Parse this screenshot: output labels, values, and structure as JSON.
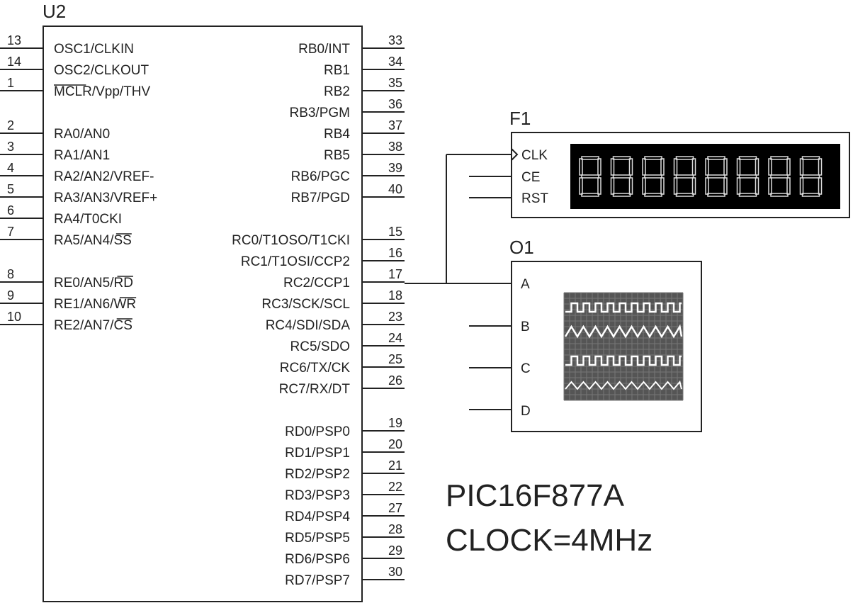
{
  "chip": {
    "ref": "U2",
    "left_pins": [
      {
        "num": "13",
        "name": "OSC1/CLKIN"
      },
      {
        "num": "14",
        "name": "OSC2/CLKOUT"
      },
      {
        "num": "1",
        "name": "MCLR/Vpp/THV",
        "over": "MCLR"
      },
      {
        "num": "2",
        "name": "RA0/AN0"
      },
      {
        "num": "3",
        "name": "RA1/AN1"
      },
      {
        "num": "4",
        "name": "RA2/AN2/VREF-"
      },
      {
        "num": "5",
        "name": "RA3/AN3/VREF+"
      },
      {
        "num": "6",
        "name": "RA4/T0CKI"
      },
      {
        "num": "7",
        "name": "RA5/AN4/SS",
        "over": "SS"
      },
      {
        "num": "8",
        "name": "RE0/AN5/RD",
        "over": "RD"
      },
      {
        "num": "9",
        "name": "RE1/AN6/WR",
        "over": "WR"
      },
      {
        "num": "10",
        "name": "RE2/AN7/CS",
        "over": "CS"
      }
    ],
    "right_pins": [
      {
        "num": "33",
        "name": "RB0/INT"
      },
      {
        "num": "34",
        "name": "RB1"
      },
      {
        "num": "35",
        "name": "RB2"
      },
      {
        "num": "36",
        "name": "RB3/PGM"
      },
      {
        "num": "37",
        "name": "RB4"
      },
      {
        "num": "38",
        "name": "RB5"
      },
      {
        "num": "39",
        "name": "RB6/PGC"
      },
      {
        "num": "40",
        "name": "RB7/PGD"
      },
      {
        "num": "15",
        "name": "RC0/T1OSO/T1CKI"
      },
      {
        "num": "16",
        "name": "RC1/T1OSI/CCP2"
      },
      {
        "num": "17",
        "name": "RC2/CCP1"
      },
      {
        "num": "18",
        "name": "RC3/SCK/SCL"
      },
      {
        "num": "23",
        "name": "RC4/SDI/SDA"
      },
      {
        "num": "24",
        "name": "RC5/SDO"
      },
      {
        "num": "25",
        "name": "RC6/TX/CK"
      },
      {
        "num": "26",
        "name": "RC7/RX/DT"
      },
      {
        "num": "19",
        "name": "RD0/PSP0"
      },
      {
        "num": "20",
        "name": "RD1/PSP1"
      },
      {
        "num": "21",
        "name": "RD2/PSP2"
      },
      {
        "num": "22",
        "name": "RD3/PSP3"
      },
      {
        "num": "27",
        "name": "RD4/PSP4"
      },
      {
        "num": "28",
        "name": "RD5/PSP5"
      },
      {
        "num": "29",
        "name": "RD6/PSP6"
      },
      {
        "num": "30",
        "name": "RD7/PSP7"
      }
    ]
  },
  "counter": {
    "ref": "F1",
    "pins": [
      "CLK",
      "CE",
      "RST"
    ],
    "digit_count": 8,
    "display_bg": "#000000",
    "segment_color": "#dddddd"
  },
  "scope": {
    "ref": "O1",
    "channels": [
      "A",
      "B",
      "C",
      "D"
    ],
    "screen_bg": "#555555",
    "trace_color": "#ffffff"
  },
  "notes": {
    "line1": "PIC16F877A",
    "line2": "CLOCK=4MHz"
  },
  "colors": {
    "ink": "#222222",
    "paper": "#ffffff"
  }
}
